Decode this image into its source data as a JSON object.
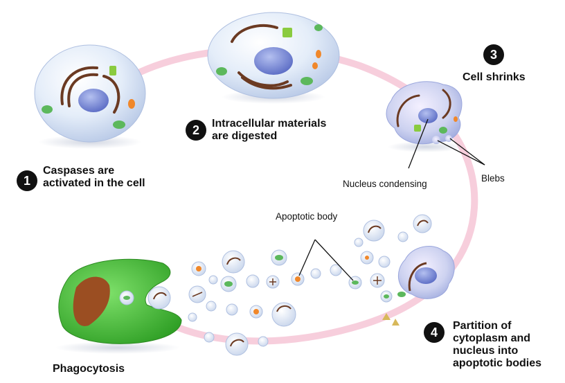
{
  "steps": [
    {
      "number": "1",
      "line1": "Caspases are",
      "line2": "activated in the cell"
    },
    {
      "number": "2",
      "line1": "Intracellular materials",
      "line2": "are digested"
    },
    {
      "number": "3",
      "line1": "Cell shrinks"
    },
    {
      "number": "4",
      "line1": "Partition of",
      "line2": "cytoplasm and",
      "line3": "nucleus into",
      "line4": "apoptotic bodies"
    }
  ],
  "callouts": {
    "nucleus": "Nucleus condensing",
    "blebs": "Blebs",
    "apoptotic_body": "Apoptotic body",
    "phagocytosis": "Phagocytosis"
  },
  "colors": {
    "cycle_ring": "#f6c9d8",
    "cell_fill": "#dfe9f7",
    "nucleus": "#6f7fd0",
    "organelle": "#6b3a22",
    "mitochondria": "#5cb85c",
    "phagocyte": "#43c436",
    "phagocyte_nucleus": "#9b4e22"
  },
  "icons": [
    "step-number-badge",
    "cell",
    "nucleus",
    "endoplasmic-reticulum",
    "mitochondrion",
    "apoptotic-body",
    "phagocyte"
  ]
}
